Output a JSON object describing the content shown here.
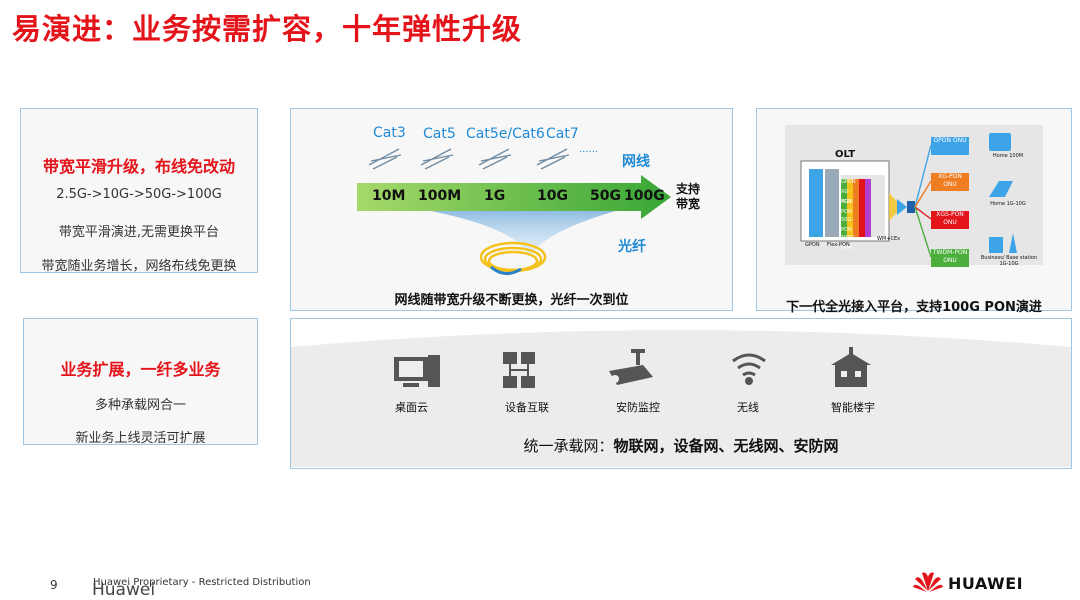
{
  "title": "易演进：业务按需扩容，十年弹性升级",
  "box1": {
    "heading": "带宽平滑升级，布线免改动",
    "lines": [
      "2.5G->10G->50G->100G",
      "带宽平滑演进,无需更换平台",
      "带宽随业务增长，网络布线免更换"
    ]
  },
  "box2": {
    "heading": "业务扩展，一纤多业务",
    "lines": [
      "多种承载网合一",
      "新业务上线灵活可扩展"
    ]
  },
  "cable": {
    "cats": [
      "Cat3",
      "Cat5",
      "Cat5e/Cat6",
      "Cat7"
    ],
    "ellipsis": "······",
    "wire_label": "网线",
    "speeds": [
      "10M",
      "100M",
      "1G",
      "10G",
      "50G",
      "100G"
    ],
    "support": "支持带宽",
    "fiber_label": "光纤",
    "caption": "网线随带宽升级不断更换，光纤一次到位"
  },
  "olt": {
    "olt_label": "OLT",
    "ports": [
      "GPON",
      "XG-PON",
      "XGS-PON",
      "50G-PON",
      "100G-PON"
    ],
    "bottom_labels": [
      "GPON",
      "Flex-PON"
    ],
    "wm_label": "WM+CEx",
    "onus": [
      {
        "label": "GPON ONU",
        "color": "#3ea4e8"
      },
      {
        "label": "XG-PON ONU",
        "color": "#ef7d22"
      },
      {
        "label": "XGS-PON ONU",
        "color": "#e4141b"
      },
      {
        "label": "TWDM-PON ONU",
        "color": "#4caf3c"
      }
    ],
    "homes": [
      "Home 100M",
      "Home 1G-10G",
      "Business/ Base station 1G-10G"
    ],
    "caption": "下一代全光接入平台，支持100G PON演进"
  },
  "services": {
    "items": [
      {
        "label": "桌面云",
        "icon": "desktop-icon"
      },
      {
        "label": "设备互联",
        "icon": "network-icon"
      },
      {
        "label": "安防监控",
        "icon": "camera-icon"
      },
      {
        "label": "无线",
        "icon": "wifi-icon"
      },
      {
        "label": "智能楼宇",
        "icon": "building-icon"
      }
    ],
    "caption_prefix": "统一承载网：",
    "caption_bold": "物联网，设备网、无线网、安防网"
  },
  "footer": {
    "page": "9",
    "text": "Huawei Proprietary - Restricted Distribution",
    "brand_ghost": "Huawei",
    "logo": "HUAWEI"
  }
}
